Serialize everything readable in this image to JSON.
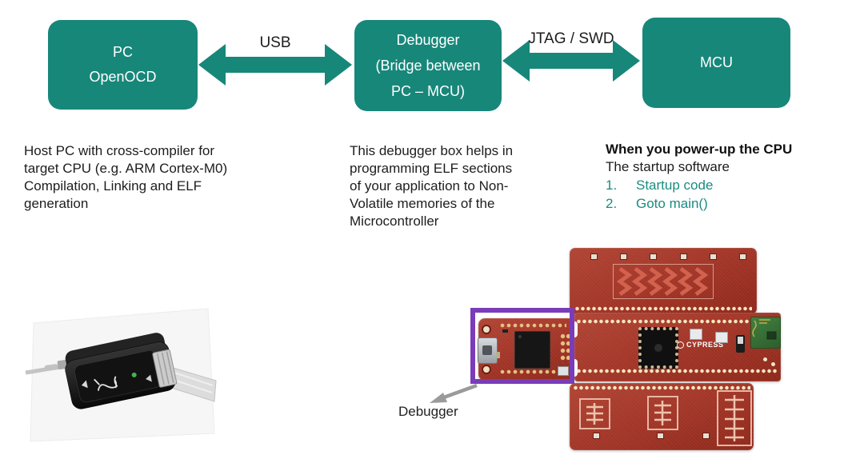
{
  "flow": {
    "nodes": {
      "pc": {
        "lines": [
          "PC",
          "OpenOCD"
        ]
      },
      "debugger": {
        "lines": [
          "Debugger",
          "(Bridge between",
          "PC – MCU)"
        ]
      },
      "mcu": {
        "lines": [
          "MCU"
        ]
      }
    },
    "links": {
      "usb": {
        "label": "USB"
      },
      "jtag": {
        "label": "JTAG / SWD"
      }
    }
  },
  "notes": {
    "pc": {
      "lines": [
        "Host PC with cross-compiler for",
        "target CPU (e.g. ARM Cortex-M0)",
        "Compilation, Linking and ELF",
        "generation"
      ]
    },
    "debugger": {
      "lines": [
        "This debugger box helps in",
        "programming ELF sections",
        "of your application to Non-",
        "Volatile memories of the",
        "Microcontroller"
      ]
    },
    "mcu": {
      "heading": "When you power-up the CPU",
      "subheading": "The startup software",
      "items": [
        {
          "num": "1.",
          "text": "Startup code"
        },
        {
          "num": "2.",
          "text": "Goto main()"
        }
      ]
    }
  },
  "board": {
    "logo_text": "CYPRESS",
    "callout_label": "Debugger"
  },
  "colors": {
    "teal": "#17877A",
    "teal_text": "#1A8C82",
    "purple": "#7A3CB8",
    "board_red": "#A23527",
    "callout_gray": "#9A9A9A"
  }
}
